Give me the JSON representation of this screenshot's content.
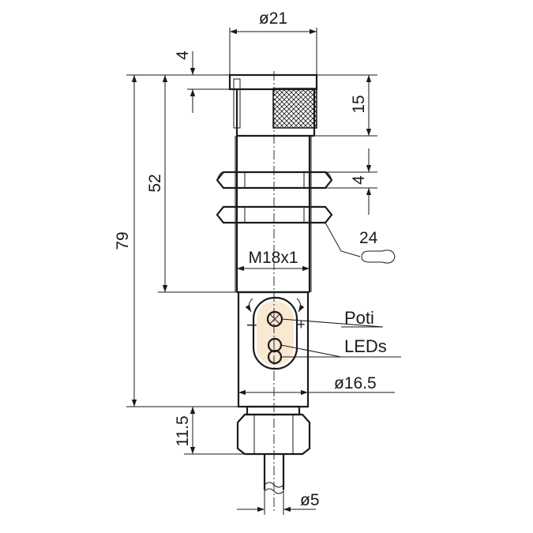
{
  "dimensions": {
    "top_diameter": "ø21",
    "cap_height": "4",
    "knurl_height": "15",
    "total_length": "79",
    "thread_length": "52",
    "nut_thickness": "4",
    "wrench_size": "24",
    "thread_spec": "M18x1",
    "body_diameter": "ø16.5",
    "gland_length": "11.5",
    "cable_diameter": "ø5"
  },
  "labels": {
    "poti": "Poti",
    "leds": "LEDs",
    "minus": "–",
    "plus": "+"
  }
}
